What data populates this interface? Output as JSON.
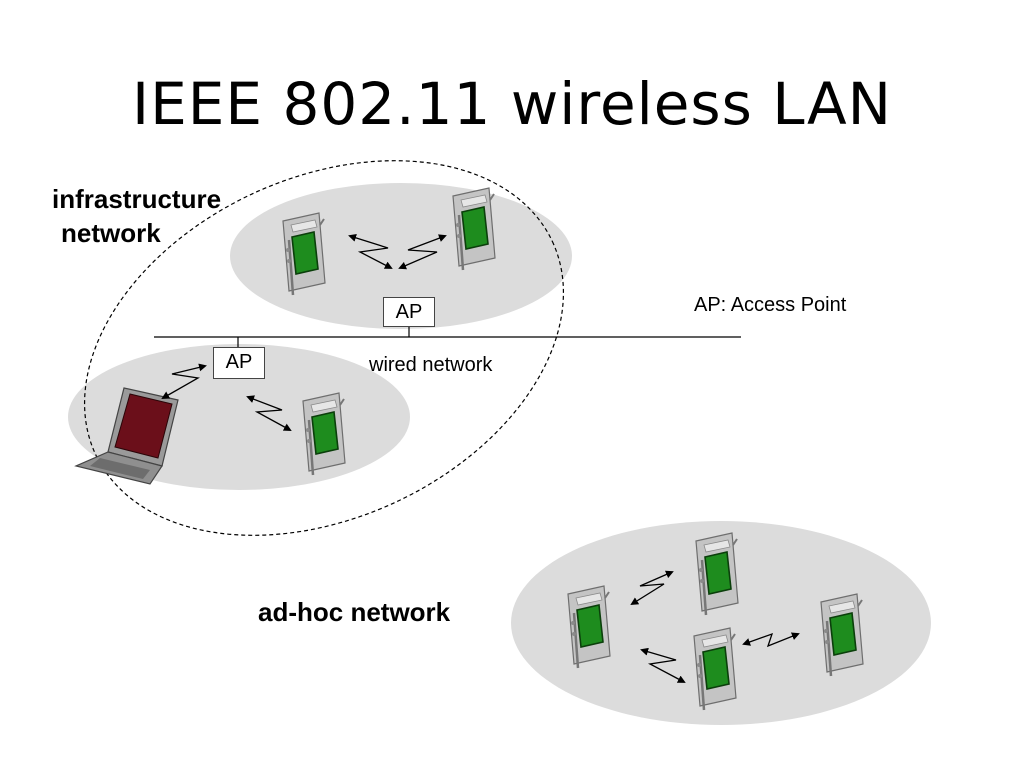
{
  "title": "IEEE 802.11 wireless LAN",
  "labels": {
    "infrastructure_line1": "infrastructure",
    "infrastructure_line2": "network",
    "adhoc": "ad-hoc network",
    "ap_legend": "AP: Access Point",
    "wired": "wired network",
    "ap_top": "AP",
    "ap_left": "AP"
  },
  "colors": {
    "cell": "#dcdcdc",
    "device_screen": "#1e8c1e",
    "device_body": "#bdbdbd",
    "laptop_screen": "#6b0f1a"
  },
  "icons": [
    "pda-icon",
    "laptop-icon",
    "wireless-link-icon",
    "access-point-box"
  ]
}
